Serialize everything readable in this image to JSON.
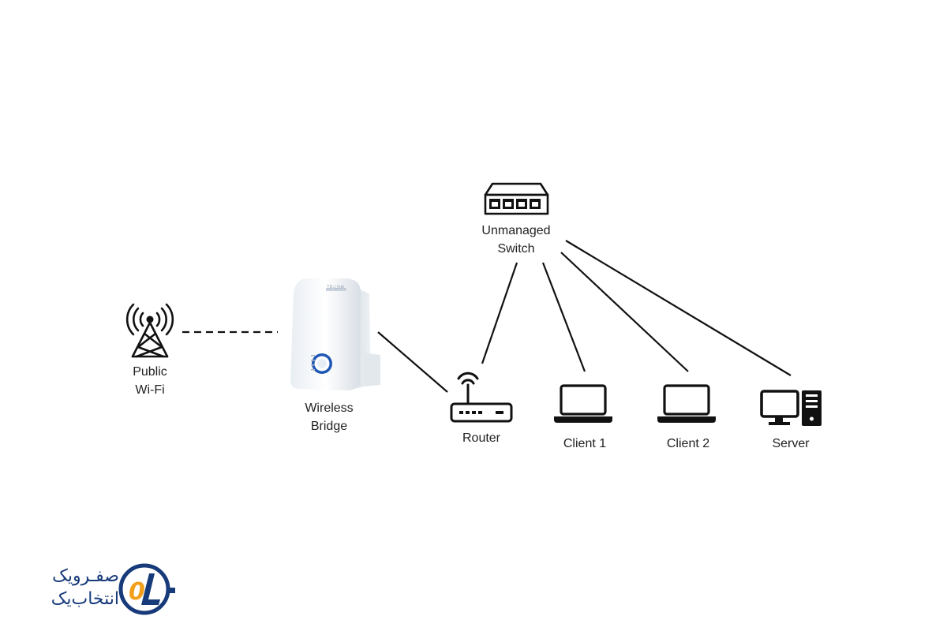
{
  "diagram": {
    "nodes": {
      "public_wifi": {
        "label_line1": "Public",
        "label_line2": "Wi-Fi"
      },
      "wireless_bridge": {
        "label_line1": "Wireless",
        "label_line2": "Bridge",
        "device_brand": "TP-LINK"
      },
      "router": {
        "label": "Router"
      },
      "unmanaged_switch": {
        "label_line1": "Unmanaged",
        "label_line2": "Switch"
      },
      "client1": {
        "label": "Client 1"
      },
      "client2": {
        "label": "Client 2"
      },
      "server": {
        "label": "Server"
      }
    },
    "edges": [
      {
        "from": "public_wifi",
        "to": "wireless_bridge",
        "style": "dashed"
      },
      {
        "from": "wireless_bridge",
        "to": "router",
        "style": "solid"
      },
      {
        "from": "unmanaged_switch",
        "to": "router",
        "style": "solid"
      },
      {
        "from": "unmanaged_switch",
        "to": "client1",
        "style": "solid"
      },
      {
        "from": "unmanaged_switch",
        "to": "client2",
        "style": "solid"
      },
      {
        "from": "unmanaged_switch",
        "to": "server",
        "style": "solid"
      }
    ],
    "colors": {
      "line": "#111111",
      "icon": "#111111",
      "logo_blue": "#173a7a",
      "logo_orange": "#f2a01c"
    }
  },
  "watermark": {
    "line1": "صفـرویک",
    "line2": "انتخاب‌یک",
    "logo_icon": "01-logo-icon"
  }
}
